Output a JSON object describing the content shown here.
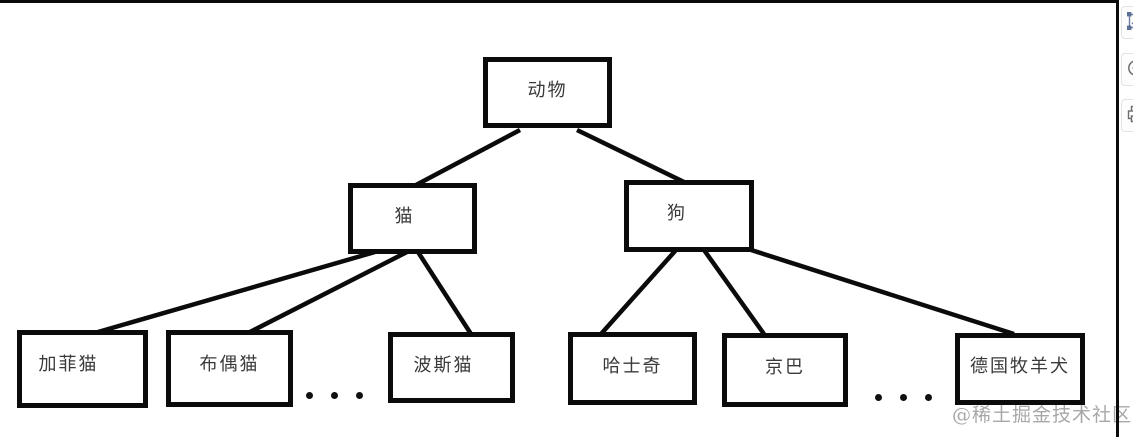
{
  "diagram": {
    "type": "tree",
    "nodes": [
      {
        "id": "animal",
        "label": "动物",
        "level": 0
      },
      {
        "id": "cat",
        "label": "猫",
        "level": 1
      },
      {
        "id": "dog",
        "label": "狗",
        "level": 1
      },
      {
        "id": "garfield",
        "label": "加菲猫",
        "level": 2
      },
      {
        "id": "ragdoll",
        "label": "布偶猫",
        "level": 2
      },
      {
        "id": "persian",
        "label": "波斯猫",
        "level": 2
      },
      {
        "id": "husky",
        "label": "哈士奇",
        "level": 2
      },
      {
        "id": "pekingese",
        "label": "京巴",
        "level": 2
      },
      {
        "id": "german_shepherd",
        "label": "德国牧羊犬",
        "level": 2
      }
    ],
    "edges": [
      [
        "动物",
        "猫"
      ],
      [
        "动物",
        "狗"
      ],
      [
        "猫",
        "加菲猫"
      ],
      [
        "猫",
        "布偶猫"
      ],
      [
        "猫",
        "波斯猫"
      ],
      [
        "狗",
        "哈士奇"
      ],
      [
        "狗",
        "京巴"
      ],
      [
        "狗",
        "德国牧羊犬"
      ]
    ],
    "ellipsis": "• • •"
  },
  "watermark": {
    "text": "@稀土掘金技术社区",
    "color": "#9c9c9c"
  },
  "toolbar": {
    "buttons": [
      {
        "icon": "image-edit-icon"
      },
      {
        "icon": "zoom-in-icon"
      },
      {
        "icon": "print-icon"
      }
    ]
  },
  "colors": {
    "line": "#0b0b0b",
    "box_border": "#0b0b0b",
    "background": "#ffffff",
    "text": "#3a3a3a"
  }
}
